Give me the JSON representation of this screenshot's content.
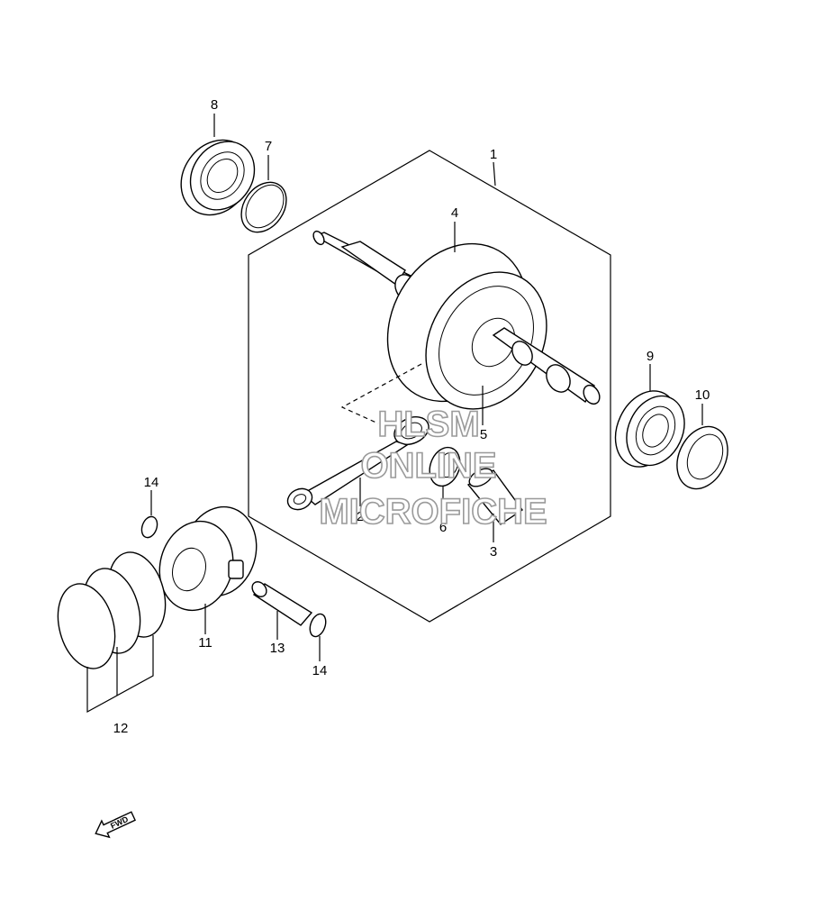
{
  "diagram": {
    "callouts": {
      "c1": "1",
      "c2": "2",
      "c3": "3",
      "c4": "4",
      "c5": "5",
      "c6": "6",
      "c7": "7",
      "c8": "8",
      "c9": "9",
      "c10": "10",
      "c11": "11",
      "c12": "12",
      "c13": "13",
      "c14a": "14",
      "c14b": "14"
    },
    "watermark": {
      "line1": "HLSM",
      "line2": "ONLINE",
      "line3": "MICROFICHE"
    },
    "fwd_label": "FWD"
  }
}
